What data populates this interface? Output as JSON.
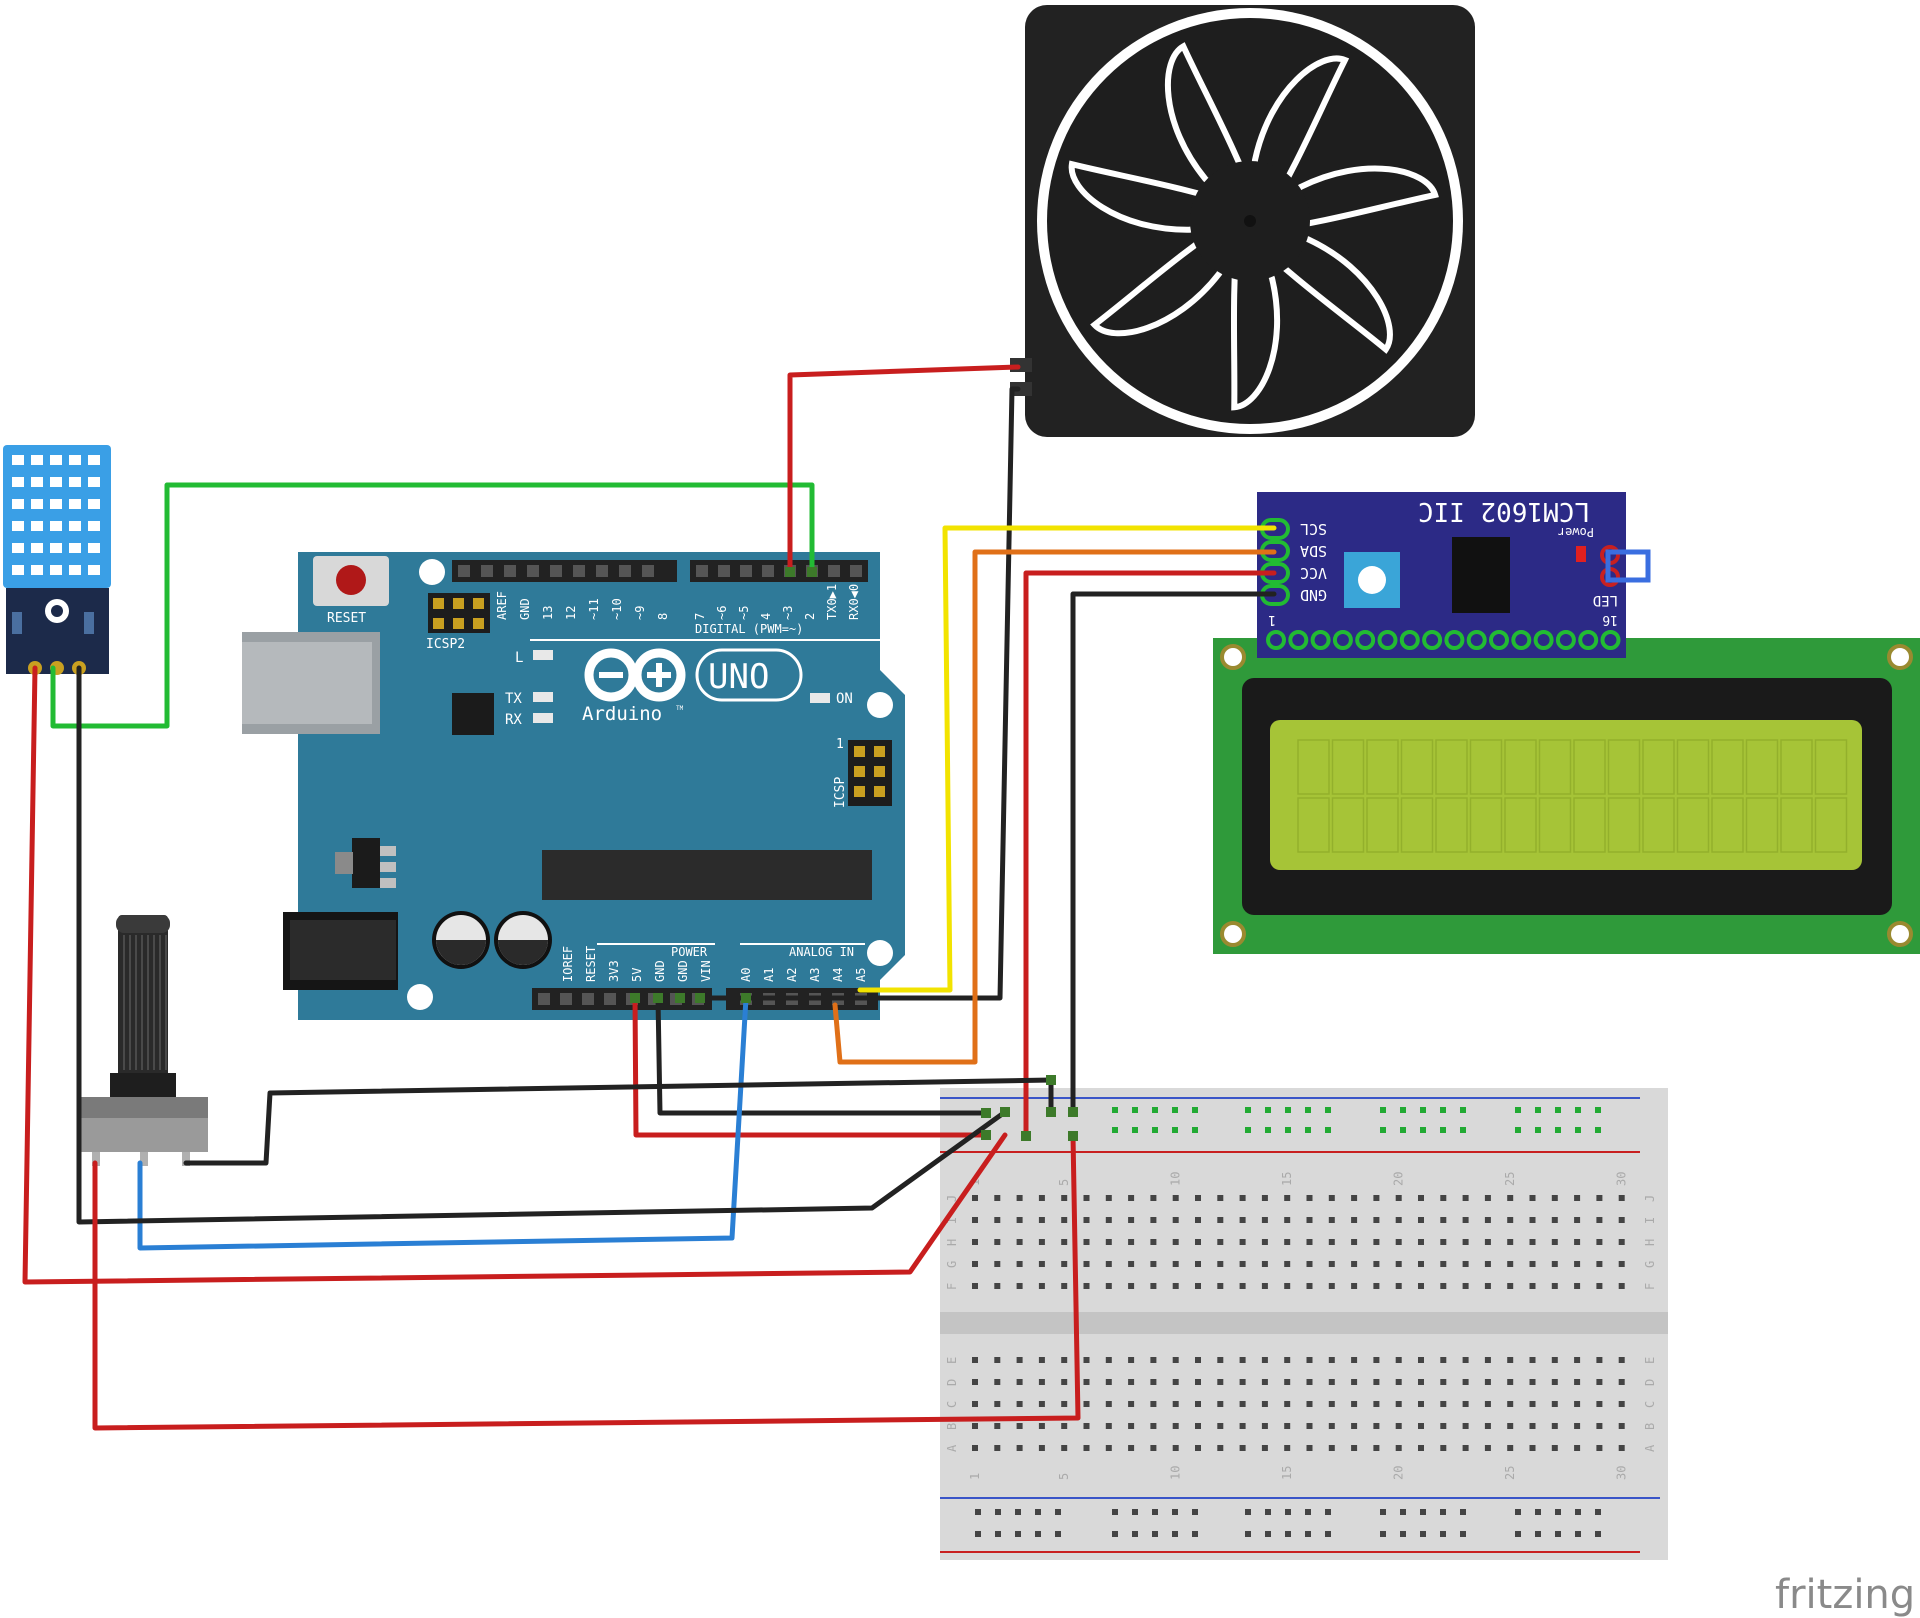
{
  "arduino": {
    "reset_label": "RESET",
    "icsp2_label": "ICSP2",
    "icsp_label": "ICSP",
    "icsp_pin1": "1",
    "led_l": "L",
    "led_tx": "TX",
    "led_rx": "RX",
    "on_label": "ON",
    "brand": "Arduino",
    "tm": "TM",
    "model": "UNO",
    "digital_header": "DIGITAL (PWM=~)",
    "power_header": "POWER",
    "analog_header": "ANALOG IN",
    "top_pins_left": [
      "AREF",
      "GND",
      "13",
      "12",
      "~11",
      "~10",
      "~9",
      "8"
    ],
    "top_pins_right": [
      "7",
      "~6",
      "~5",
      "4",
      "~3",
      "2",
      "TX0▶1",
      "RX0◀0"
    ],
    "bottom_pins_power": [
      "IOREF",
      "RESET",
      "3V3",
      "5V",
      "GND",
      "GND",
      "VIN"
    ],
    "bottom_pins_analog": [
      "A0",
      "A1",
      "A2",
      "A3",
      "A4",
      "A5"
    ]
  },
  "i2c_module": {
    "title": "LCM1602 IIC",
    "pins": [
      "SCL",
      "SDA",
      "VCC",
      "GND"
    ],
    "power_label": "Power",
    "led_label": "LED",
    "pin_start": "1",
    "pin_end": "16"
  },
  "breadboard": {
    "row_letters_top": [
      "J",
      "I",
      "H",
      "G",
      "F"
    ],
    "row_letters_bottom": [
      "E",
      "D",
      "C",
      "B",
      "A"
    ],
    "column_numbers": [
      "1",
      "5",
      "10",
      "15",
      "20",
      "25",
      "30"
    ]
  },
  "watermark": "fritzing",
  "colors": {
    "arduino_board": "#2f7a99",
    "i2c_board": "#2c2a86",
    "lcd_pcb": "#2f9a3a",
    "lcd_screen": "#a6c437",
    "dht_body": "#3a9fe6",
    "wire_red": "#c81e1e",
    "wire_black": "#222222",
    "wire_green": "#22bb33",
    "wire_yellow": "#f2e300",
    "wire_orange": "#e07018",
    "wire_blue": "#2a7fd4"
  }
}
